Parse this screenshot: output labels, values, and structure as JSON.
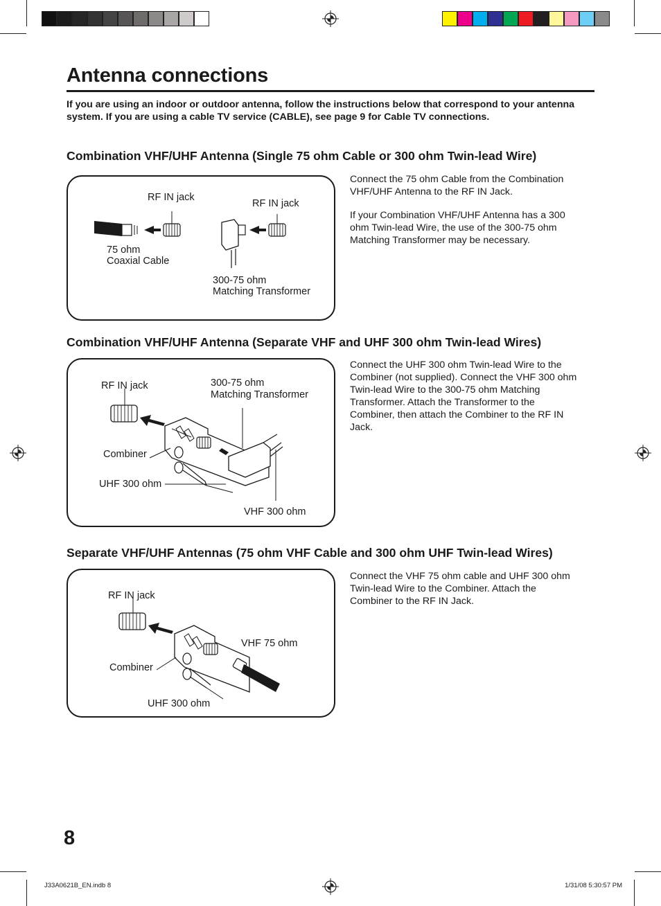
{
  "page": {
    "title": "Antenna connections",
    "intro": "If you are using an indoor or outdoor antenna, follow the instructions below that correspond to your antenna system. If you are using a cable TV service (CABLE), see page 9 for Cable TV connections.",
    "page_number": "8"
  },
  "print_marks": {
    "grayscale": [
      "#111111",
      "#1c1c1c",
      "#262626",
      "#333333",
      "#444444",
      "#575555",
      "#6f6b6b",
      "#8d8988",
      "#aaa6a6",
      "#cfcbcb",
      "#ffffff"
    ],
    "process_colors": [
      "#fff200",
      "#ec008c",
      "#00aeef",
      "#2e3192",
      "#00a651",
      "#ed1c24",
      "#231f20",
      "#fff799",
      "#f49ac1",
      "#6dcff6",
      "#8a8a8a"
    ]
  },
  "sections": [
    {
      "heading": "Combination VHF/UHF Antenna (Single 75 ohm Cable or 300 ohm Twin-lead Wire)",
      "paragraphs": [
        "Connect the 75 ohm Cable from the Combination VHF/UHF Antenna to the RF IN Jack.",
        "If your Combination VHF/UHF Antenna has a 300 ohm Twin-lead Wire, the use of the 300-75 ohm Matching Transformer may be necessary."
      ],
      "labels": {
        "rf_in_jack_1": "RF IN jack",
        "rf_in_jack_2": "RF IN jack",
        "coax_line1": "75 ohm",
        "coax_line2": "Coaxial Cable",
        "transformer_line1": "300-75 ohm",
        "transformer_line2": "Matching Transformer"
      }
    },
    {
      "heading": "Combination VHF/UHF Antenna (Separate VHF and UHF 300 ohm Twin-lead Wires)",
      "paragraphs": [
        "Connect the UHF 300 ohm Twin-lead Wire to the Combiner (not supplied). Connect the VHF 300 ohm Twin-lead Wire to the 300-75 ohm Matching Transformer. Attach the Transformer to the Combiner, then attach the Combiner to the RF IN Jack."
      ],
      "labels": {
        "rf_in_jack": "RF IN jack",
        "transformer_line1": "300-75 ohm",
        "transformer_line2": "Matching Transformer",
        "combiner": "Combiner",
        "uhf": "UHF 300 ohm",
        "vhf": "VHF 300 ohm"
      }
    },
    {
      "heading": "Separate VHF/UHF Antennas (75 ohm VHF Cable and 300 ohm UHF Twin-lead Wires)",
      "paragraphs": [
        "Connect the VHF 75 ohm cable and UHF 300 ohm Twin-lead Wire to the Combiner. Attach the Combiner to the RF IN Jack."
      ],
      "labels": {
        "rf_in_jack": "RF IN jack",
        "vhf": "VHF 75 ohm",
        "combiner": "Combiner",
        "uhf": "UHF 300 ohm"
      }
    }
  ],
  "footer": {
    "file": "J33A0621B_EN.indb   8",
    "timestamp": "1/31/08   5:30:57 PM"
  }
}
